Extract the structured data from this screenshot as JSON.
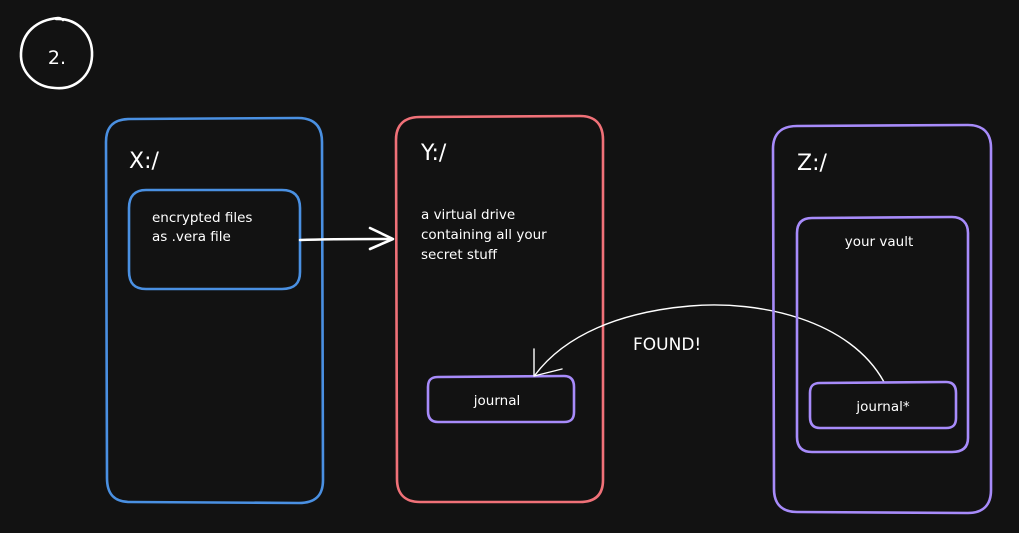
{
  "step": {
    "label": "2."
  },
  "drives": {
    "x": {
      "title": "X:/",
      "color": "#4a90e2",
      "content_line1": "encrypted files",
      "content_line2": "as .vera file"
    },
    "y": {
      "title": "Y:/",
      "color": "#f07178",
      "desc_line1": "a virtual drive",
      "desc_line2": "containing all your",
      "desc_line3": "secret stuff",
      "file_label": "journal",
      "file_color": "#a78bfa"
    },
    "z": {
      "title": "Z:/",
      "color": "#a78bfa",
      "vault_label": "your vault",
      "file_label": "journal*"
    }
  },
  "connector": {
    "found_label": "FOUND!"
  },
  "colors": {
    "background": "#121212",
    "ink": "#ffffff"
  }
}
